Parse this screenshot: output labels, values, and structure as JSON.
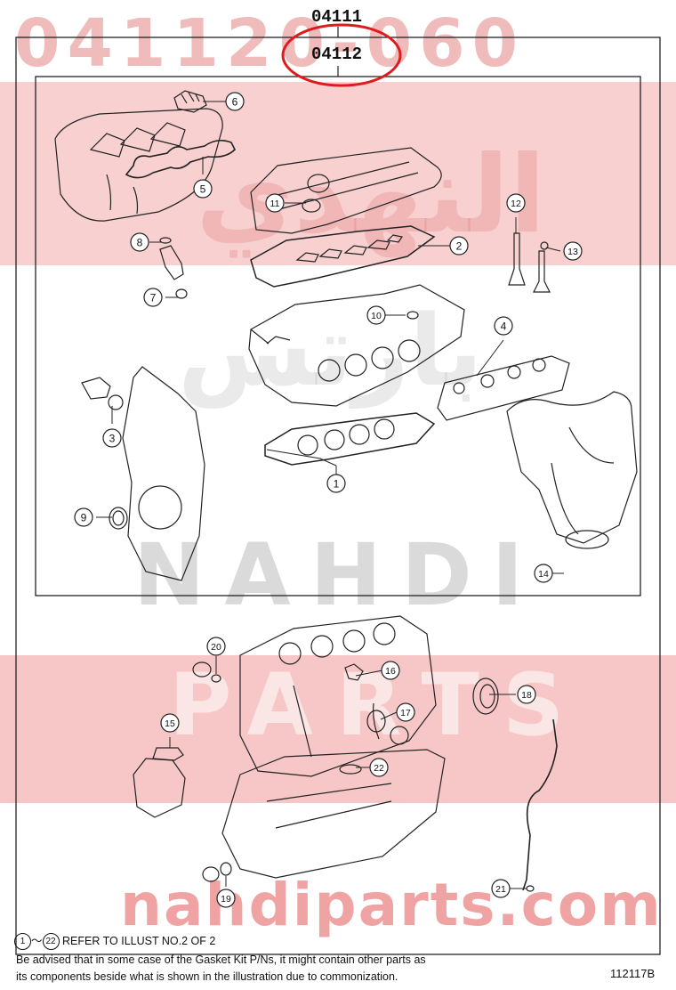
{
  "kit_part_numbers": [
    "04111",
    "04112"
  ],
  "watermarks": {
    "part_number": "041120-060",
    "brand": "NAHDI",
    "parts": "PARTS",
    "domain": "nahdiparts.com",
    "arabic_1": "النهدي",
    "arabic_2": "بارتس"
  },
  "callouts": [
    "1",
    "2",
    "3",
    "4",
    "5",
    "6",
    "7",
    "8",
    "9",
    "10",
    "11",
    "12",
    "13",
    "14",
    "15",
    "16",
    "17",
    "18",
    "19",
    "20",
    "21",
    "22"
  ],
  "legend": {
    "range_start": "1",
    "range_sep": "～",
    "range_end": "22",
    "text": "REFER TO ILLUST NO.2 OF 2"
  },
  "disclaimer": {
    "line1": "Be advised that in some case of the Gasket Kit P/Ns,  it might contain other parts as",
    "line2": "its components beside what is shown in the illustration due to commonization."
  },
  "illustration_code": "112117B",
  "colors": {
    "highlight_circle": "#e11b1b",
    "line": "#222222",
    "watermark_red": "#e12828"
  }
}
